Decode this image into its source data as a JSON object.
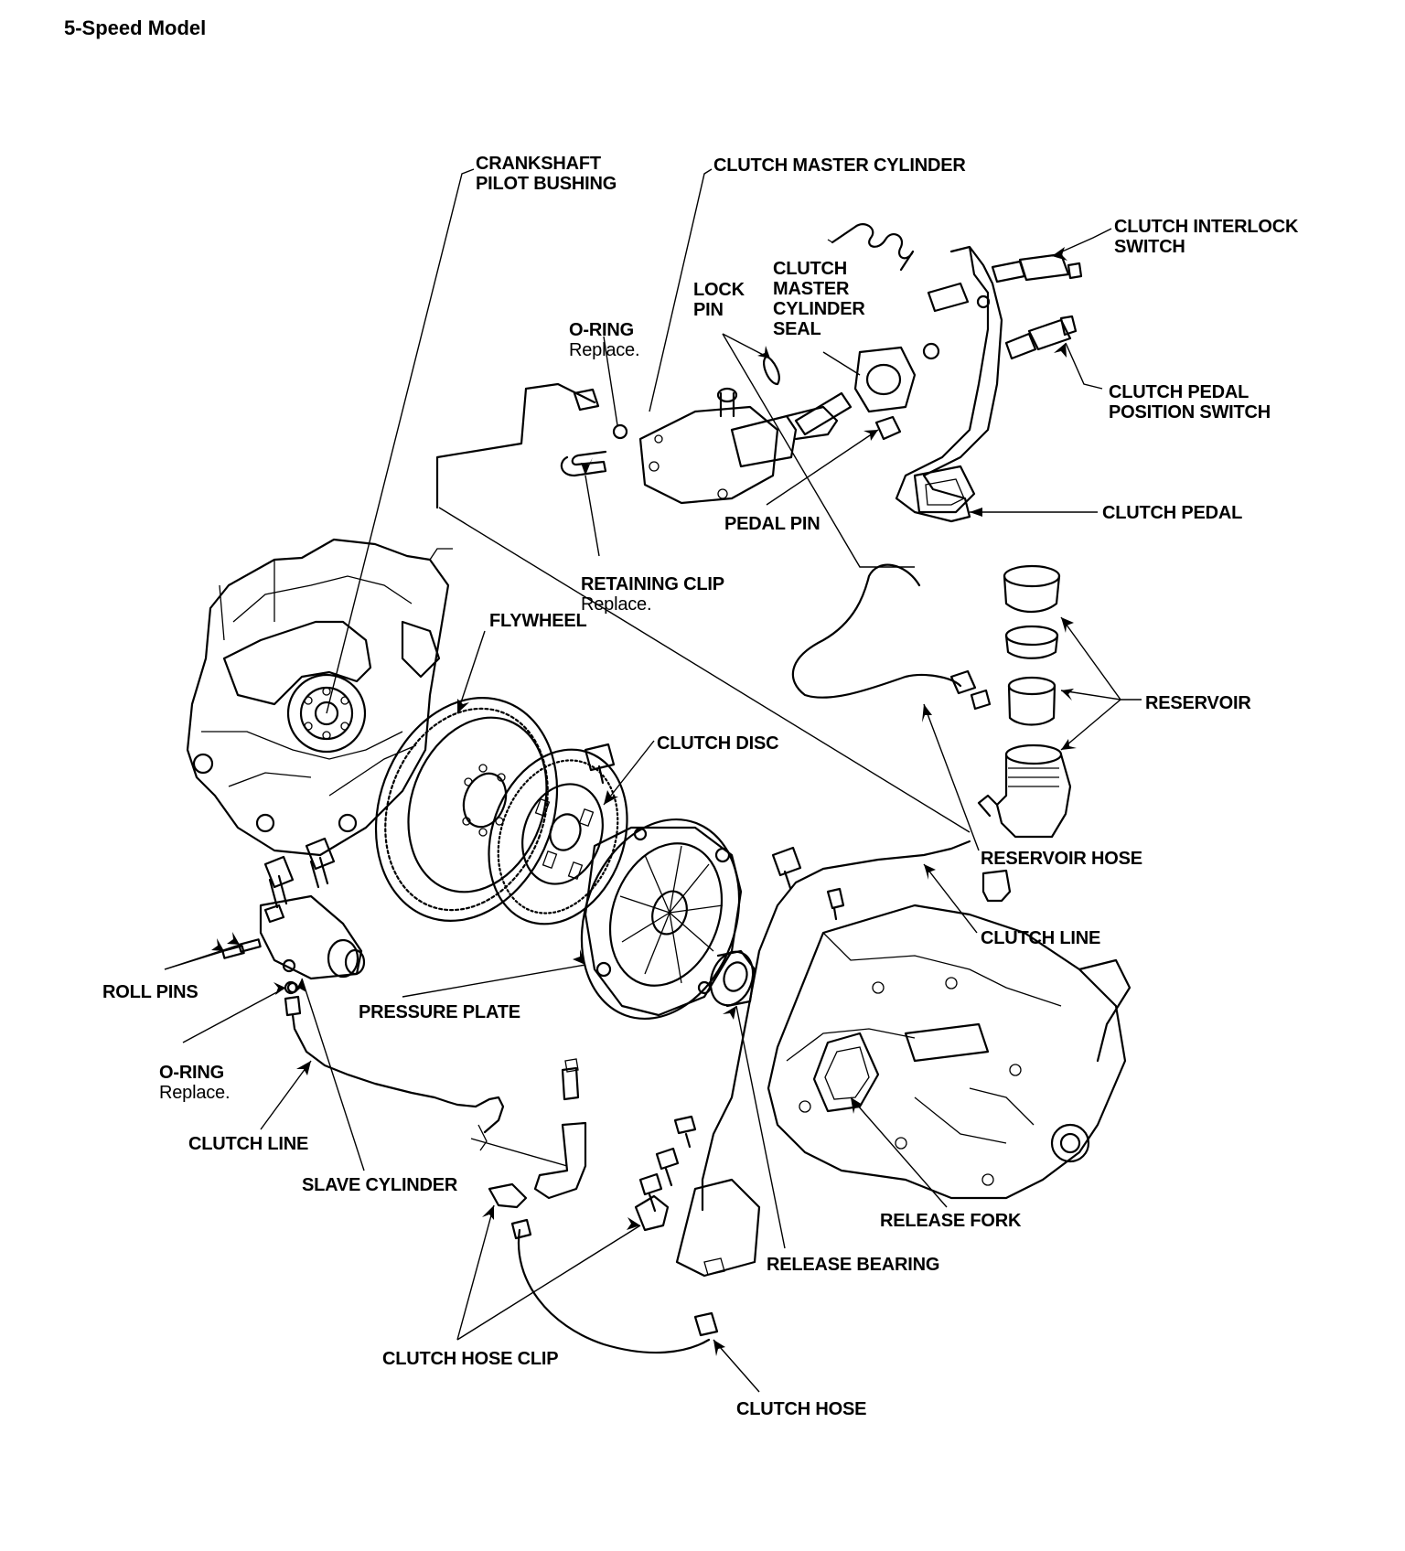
{
  "title": "5-Speed Model",
  "labels": {
    "crankshaft_pilot_bushing": "CRANKSHAFT\nPILOT BUSHING",
    "clutch_master_cylinder": "CLUTCH MASTER CYLINDER",
    "clutch_interlock_switch": "CLUTCH INTERLOCK\nSWITCH",
    "clutch_master_cylinder_seal": "CLUTCH\nMASTER\nCYLINDER\nSEAL",
    "lock_pin": "LOCK\nPIN",
    "o_ring_top": "O-RING",
    "o_ring_top_note": "Replace.",
    "clutch_pedal_position_switch": "CLUTCH PEDAL\nPOSITION SWITCH",
    "clutch_pedal": "CLUTCH PEDAL",
    "pedal_pin": "PEDAL PIN",
    "retaining_clip": "RETAINING CLIP",
    "retaining_clip_note": "Replace.",
    "flywheel": "FLYWHEEL",
    "reservoir": "RESERVOIR",
    "clutch_disc": "CLUTCH DISC",
    "reservoir_hose": "RESERVOIR HOSE",
    "clutch_line_right": "CLUTCH LINE",
    "roll_pins": "ROLL PINS",
    "pressure_plate": "PRESSURE PLATE",
    "o_ring_bottom": "O-RING",
    "o_ring_bottom_note": "Replace.",
    "clutch_line_left": "CLUTCH LINE",
    "slave_cylinder": "SLAVE CYLINDER",
    "release_fork": "RELEASE FORK",
    "release_bearing": "RELEASE BEARING",
    "clutch_hose_clip": "CLUTCH HOSE CLIP",
    "clutch_hose": "CLUTCH HOSE"
  }
}
